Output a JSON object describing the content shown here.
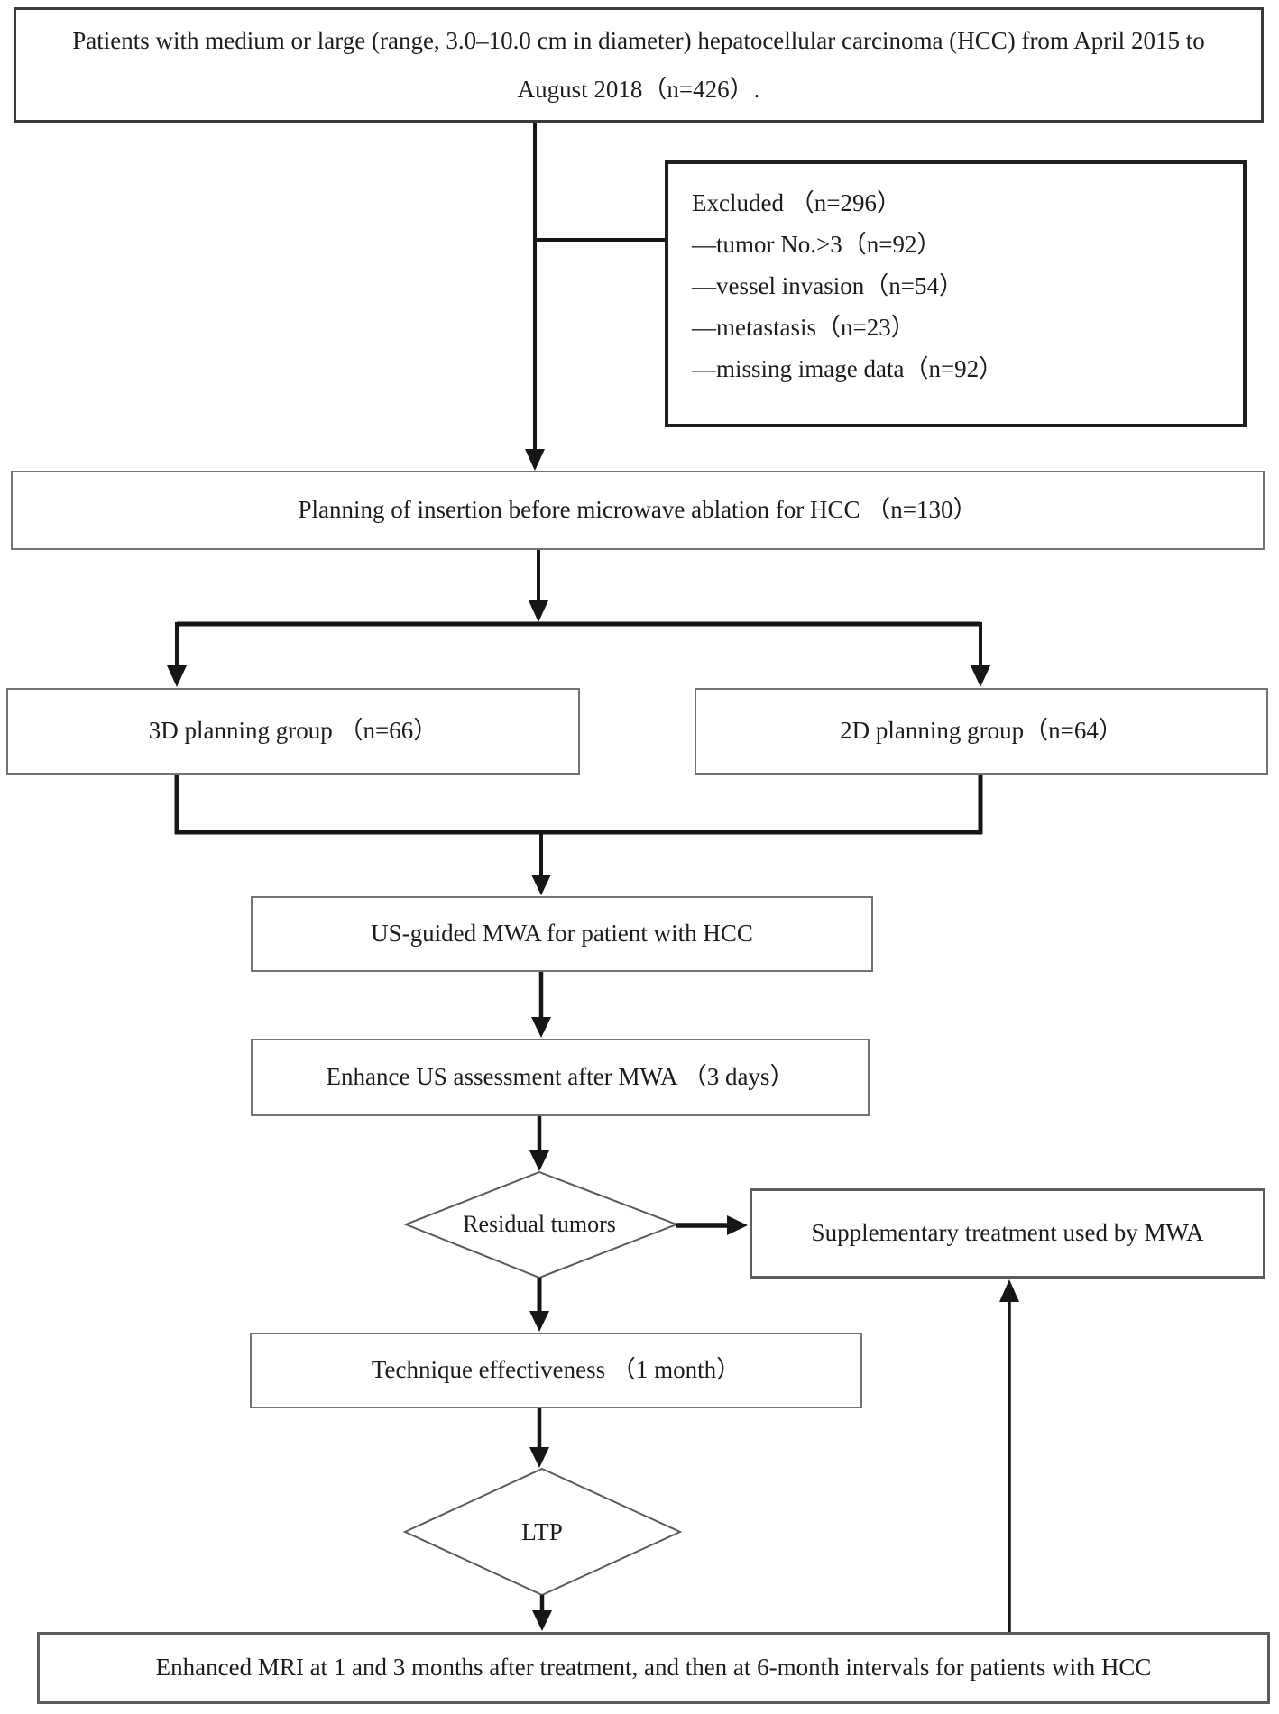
{
  "diagram": {
    "type": "flowchart",
    "nodes": {
      "patients": {
        "label": "Patients with medium or large (range, 3.0–10.0 cm in diameter) hepatocellular carcinoma (HCC) from April 2015 to August 2018（n=426）."
      },
      "excluded": {
        "label": "Excluded （n=296）",
        "items": [
          "—tumor No.>3（n=92）",
          "—vessel invasion（n=54）",
          "—metastasis（n=23）",
          "—missing image data（n=92）"
        ]
      },
      "planning": {
        "label": "Planning of insertion before microwave ablation for HCC （n=130）"
      },
      "group_3d": {
        "label": "3D planning group （n=66）"
      },
      "group_2d": {
        "label": "2D planning group（n=64）"
      },
      "mwa": {
        "label": "US-guided MWA for patient with HCC"
      },
      "assessment": {
        "label": "Enhance US assessment after MWA （3 days）"
      },
      "residual": {
        "label": "Residual tumors"
      },
      "supplementary": {
        "label": "Supplementary treatment used by MWA"
      },
      "technique": {
        "label": "Technique effectiveness （1 month）"
      },
      "ltp": {
        "label": "LTP"
      },
      "followup": {
        "label": "Enhanced MRI at 1 and 3 months after treatment, and then at 6-month intervals for patients with HCC"
      }
    },
    "edges": [
      {
        "from": "patients",
        "to": "planning"
      },
      {
        "from": "patients",
        "to": "excluded"
      },
      {
        "from": "planning",
        "to": "group_3d"
      },
      {
        "from": "planning",
        "to": "group_2d"
      },
      {
        "from": "group_3d",
        "to": "mwa"
      },
      {
        "from": "group_2d",
        "to": "mwa"
      },
      {
        "from": "mwa",
        "to": "assessment"
      },
      {
        "from": "assessment",
        "to": "residual"
      },
      {
        "from": "residual",
        "to": "supplementary"
      },
      {
        "from": "residual",
        "to": "technique"
      },
      {
        "from": "technique",
        "to": "ltp"
      },
      {
        "from": "ltp",
        "to": "followup"
      },
      {
        "from": "followup",
        "to": "supplementary"
      }
    ],
    "colors": {
      "line": "#161616",
      "border_light": "#737373",
      "border_dark": "#1f1f1f",
      "text": "#1c1c1c",
      "background": "#ffffff"
    }
  }
}
